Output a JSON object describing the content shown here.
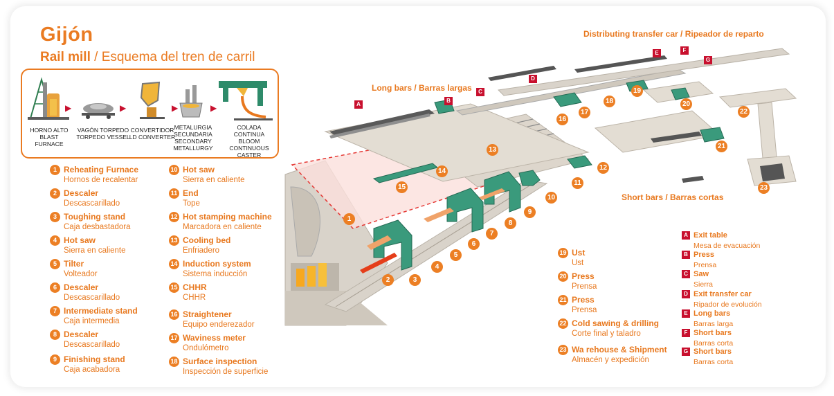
{
  "header": {
    "title": "Gijón",
    "subtitle_bold": "Rail mill",
    "subtitle_rest": " / Esquema del tren de carril"
  },
  "process": [
    {
      "es": "HORNO ALTO",
      "en": "BLAST FURNACE"
    },
    {
      "es": "VAGÓN TORPEDO",
      "en": "TORPEDO VESSEL"
    },
    {
      "es": "CONVERTIDOR",
      "en": "LD CONVERTER"
    },
    {
      "es": "METALURGIA SECUNDARIA",
      "en": "SECONDARY METALLURGY"
    },
    {
      "es": "COLADA CONTINUA",
      "en": "BLOOM CONTINUOUS CASTER"
    }
  ],
  "legend_numbered": [
    {
      "num": "1",
      "en": "Reheating Furnace",
      "es": "Hornos de recalentar"
    },
    {
      "num": "2",
      "en": "Descaler",
      "es": "Descascarillado"
    },
    {
      "num": "3",
      "en": "Toughing stand",
      "es": "Caja desbastadora"
    },
    {
      "num": "4",
      "en": "Hot saw",
      "es": "Sierra en caliente"
    },
    {
      "num": "5",
      "en": "Tilter",
      "es": "Volteador"
    },
    {
      "num": "6",
      "en": "Descaler",
      "es": "Descascarillado"
    },
    {
      "num": "7",
      "en": "Intermediate stand",
      "es": "Caja intermedia"
    },
    {
      "num": "8",
      "en": "Descaler",
      "es": "Descascarillado"
    },
    {
      "num": "9",
      "en": "Finishing stand",
      "es": "Caja acabadora"
    },
    {
      "num": "10",
      "en": "Hot saw",
      "es": "Sierra en caliente"
    },
    {
      "num": "11",
      "en": "End",
      "es": "Tope"
    },
    {
      "num": "12",
      "en": "Hot stamping machine",
      "es": "Marcadora en caliente"
    },
    {
      "num": "13",
      "en": "Cooling bed",
      "es": "Enfriadero"
    },
    {
      "num": "14",
      "en": "Induction system",
      "es": "Sistema inducción"
    },
    {
      "num": "15",
      "en": "CHHR",
      "es": "CHHR"
    },
    {
      "num": "16",
      "en": "Straightener",
      "es": "Equipo enderezador"
    },
    {
      "num": "17",
      "en": "Waviness meter",
      "es": "Ondulómetro"
    },
    {
      "num": "18",
      "en": "Surface inspection",
      "es": "Inspección de superficie"
    },
    {
      "num": "19",
      "en": "Ust",
      "es": "Ust"
    },
    {
      "num": "20",
      "en": "Press",
      "es": "Prensa"
    },
    {
      "num": "21",
      "en": "Press",
      "es": "Prensa"
    },
    {
      "num": "22",
      "en": "Cold sawing & drilling",
      "es": "Corte final y taladro"
    },
    {
      "num": "23",
      "en": "Wa rehouse & Shipment",
      "es": "Almacén y expedición"
    }
  ],
  "legend_letters": [
    {
      "letter": "A",
      "en": "Exit table",
      "es": "Mesa de evacuación"
    },
    {
      "letter": "B",
      "en": "Press",
      "es": "Prensa"
    },
    {
      "letter": "C",
      "en": "Saw",
      "es": "Sierra"
    },
    {
      "letter": "D",
      "en": "Exit transfer car",
      "es": "Ripador de evolución"
    },
    {
      "letter": "E",
      "en": "Long bars",
      "es": "Barras larga"
    },
    {
      "letter": "F",
      "en": "Short bars",
      "es": "Barras corta"
    },
    {
      "letter": "G",
      "en": "Short bars",
      "es": "Barras corta"
    }
  ],
  "diagram_labels": {
    "distributing": "Distributing transfer car / Ripeador de reparto",
    "long_bars": "Long bars / Barras largas",
    "short_bars": "Short bars / Barras cortas"
  },
  "colors": {
    "accent_orange": "#e8781e",
    "marker_red": "#c8102e",
    "machine_green": "#3a9a7c",
    "floor_grey": "#d9d3ca"
  }
}
